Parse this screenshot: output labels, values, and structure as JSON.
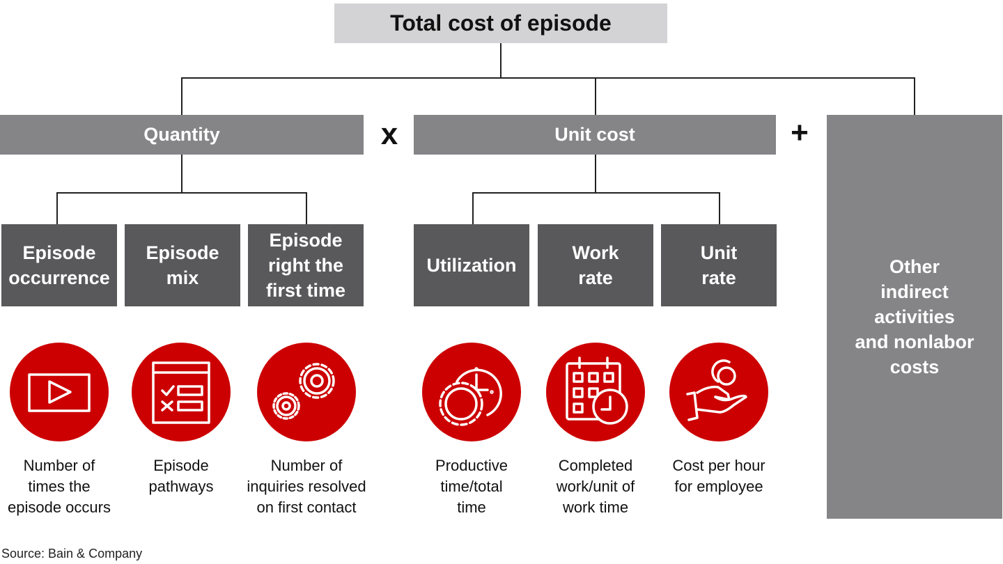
{
  "title": "Total cost of episode",
  "operators": {
    "multiply": "x",
    "plus": "+"
  },
  "quantity": {
    "label": "Quantity",
    "children": [
      {
        "label": "Episode\noccurrence",
        "icon": "video-play-icon",
        "caption": "Number of\ntimes the\nepisode occurs"
      },
      {
        "label": "Episode\nmix",
        "icon": "checklist-icon",
        "caption": "Episode\npathways"
      },
      {
        "label": "Episode\nright the\nfirst time",
        "icon": "gears-icon",
        "caption": "Number of\ninquiries resolved\non first contact"
      }
    ]
  },
  "unit_cost": {
    "label": "Unit cost",
    "children": [
      {
        "label": "Utilization",
        "icon": "gear-clock-icon",
        "caption": "Productive\ntime/total\ntime"
      },
      {
        "label": "Work\nrate",
        "icon": "calendar-clock-icon",
        "caption": "Completed\nwork/unit of\nwork time"
      },
      {
        "label": "Unit\nrate",
        "icon": "hand-coin-icon",
        "caption": "Cost per hour\nfor employee"
      }
    ]
  },
  "other": "Other\nindirect\nactivities\nand nonlabor\ncosts",
  "source": "Source: Bain & Company",
  "colors": {
    "accent": "#cc0000",
    "box": "#858587",
    "sub_box": "#59595b",
    "top_box": "#d3d3d5"
  }
}
